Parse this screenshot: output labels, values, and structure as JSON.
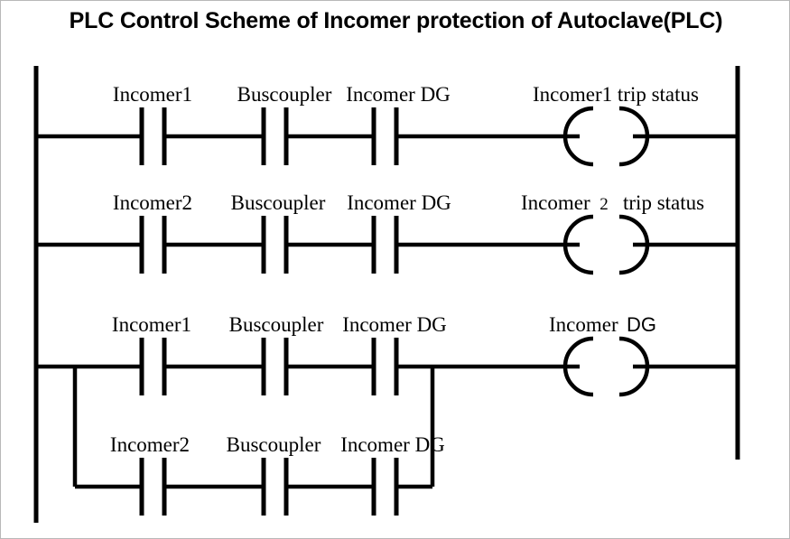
{
  "page": {
    "title": "PLC Control Scheme of Incomer protection of Autoclave(PLC)",
    "background_color": "#ffffff",
    "line_color": "#000000"
  },
  "diagram": {
    "type": "ladder-logic",
    "left_rail_label": "power-rail-left",
    "right_rail_label": "power-rail-right",
    "rungs": [
      {
        "id": "rung-1",
        "contacts": [
          {
            "label": "Incomer1",
            "type": "normally-open"
          },
          {
            "label": "Buscoupler",
            "type": "normally-open"
          },
          {
            "label": "Incomer DG",
            "type": "normally-open"
          }
        ],
        "coil": {
          "label": "Incomer1 trip status",
          "type": "output-coil"
        },
        "branch": "none"
      },
      {
        "id": "rung-2",
        "contacts": [
          {
            "label": "Incomer2",
            "type": "normally-open"
          },
          {
            "label": "Buscoupler",
            "type": "normally-open"
          },
          {
            "label": "Incomer DG",
            "type": "normally-open"
          }
        ],
        "coil": {
          "label_part1": "Incomer",
          "label_part2": "2",
          "label_part3": "trip status",
          "label": "Incomer 2  trip status",
          "type": "output-coil"
        },
        "branch": "none"
      },
      {
        "id": "rung-3",
        "contacts": [
          {
            "label": "Incomer1",
            "type": "normally-open"
          },
          {
            "label": "Buscoupler",
            "type": "normally-open"
          },
          {
            "label": "Incomer DG",
            "type": "normally-open"
          }
        ],
        "coil": {
          "label_part1": "Incomer",
          "label_part2": "DG",
          "label": "Incomer DG",
          "type": "output-coil"
        },
        "branch": "parallel-start"
      },
      {
        "id": "rung-4",
        "contacts": [
          {
            "label": "Incomer2",
            "type": "normally-open"
          },
          {
            "label": "Buscoupler",
            "type": "normally-open"
          },
          {
            "label": "Incomer DG",
            "type": "normally-open"
          }
        ],
        "coil": null,
        "branch": "parallel-end"
      }
    ]
  }
}
